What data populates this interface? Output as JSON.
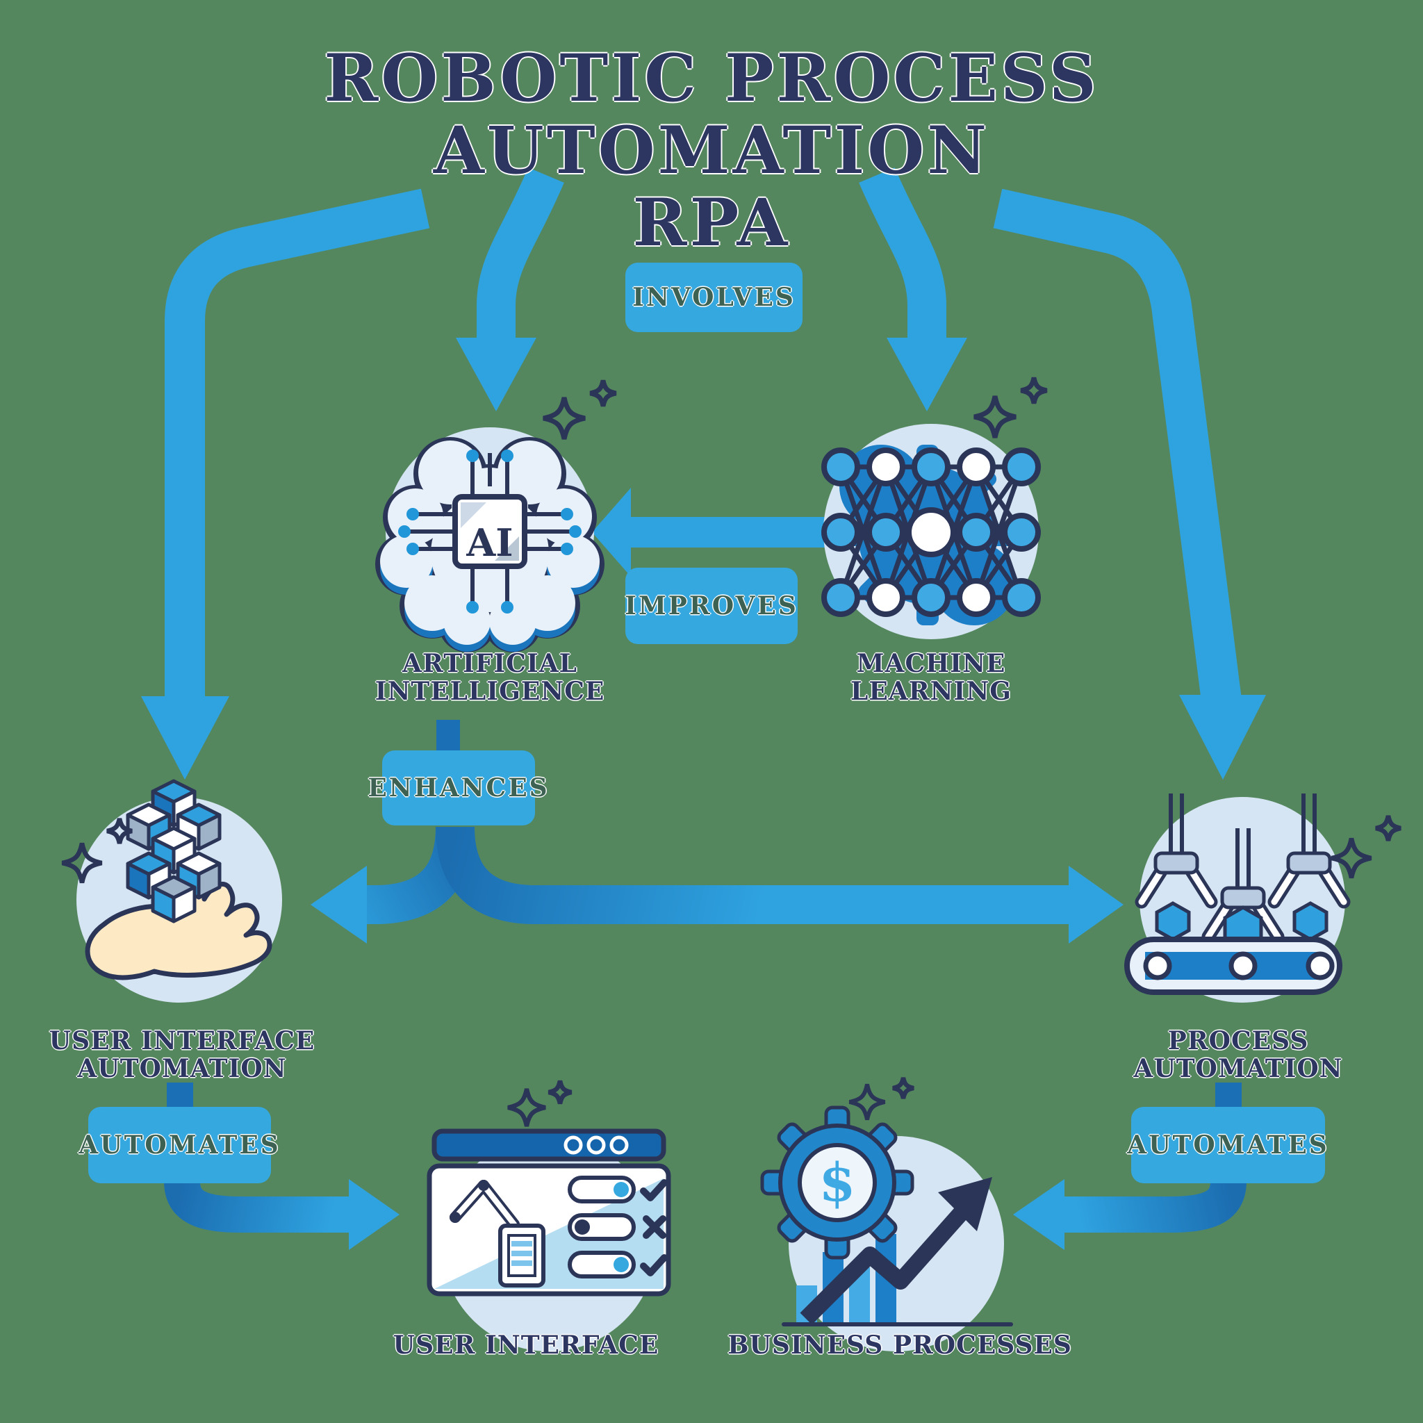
{
  "title": {
    "line1": "ROBOTIC PROCESS",
    "line2": "AUTOMATION",
    "line3": "RPA"
  },
  "connectors": {
    "involves": "INVOLVES",
    "improves": "IMPROVES",
    "enhances": "ENHANCES",
    "automates_left": "AUTOMATES",
    "automates_right": "AUTOMATES"
  },
  "nodes": {
    "artificial_intelligence": {
      "line1": "ARTIFICIAL",
      "line2": "INTELLIGENCE",
      "chip_text": "AI"
    },
    "machine_learning": {
      "line1": "MACHINE",
      "line2": "LEARNING"
    },
    "user_interface_automation": {
      "line1": "USER INTERFACE",
      "line2": "AUTOMATION"
    },
    "process_automation": {
      "line1": "PROCESS",
      "line2": "AUTOMATION"
    },
    "user_interface": {
      "label": "USER INTERFACE"
    },
    "business_processes": {
      "label": "BUSINESS PROCESSES",
      "currency_symbol": "$"
    }
  },
  "colors": {
    "background_green": "#55875f",
    "arrow_blue": "#2fa3e0",
    "dark_blue": "#1b75bc",
    "navy_outline": "#2b3557",
    "circle_bg": "#d6e5f3",
    "box_blue": "#35a8e0",
    "box_text_green": "#3d6152",
    "label_navy": "#2d3561",
    "skin": "#fde9c4"
  }
}
